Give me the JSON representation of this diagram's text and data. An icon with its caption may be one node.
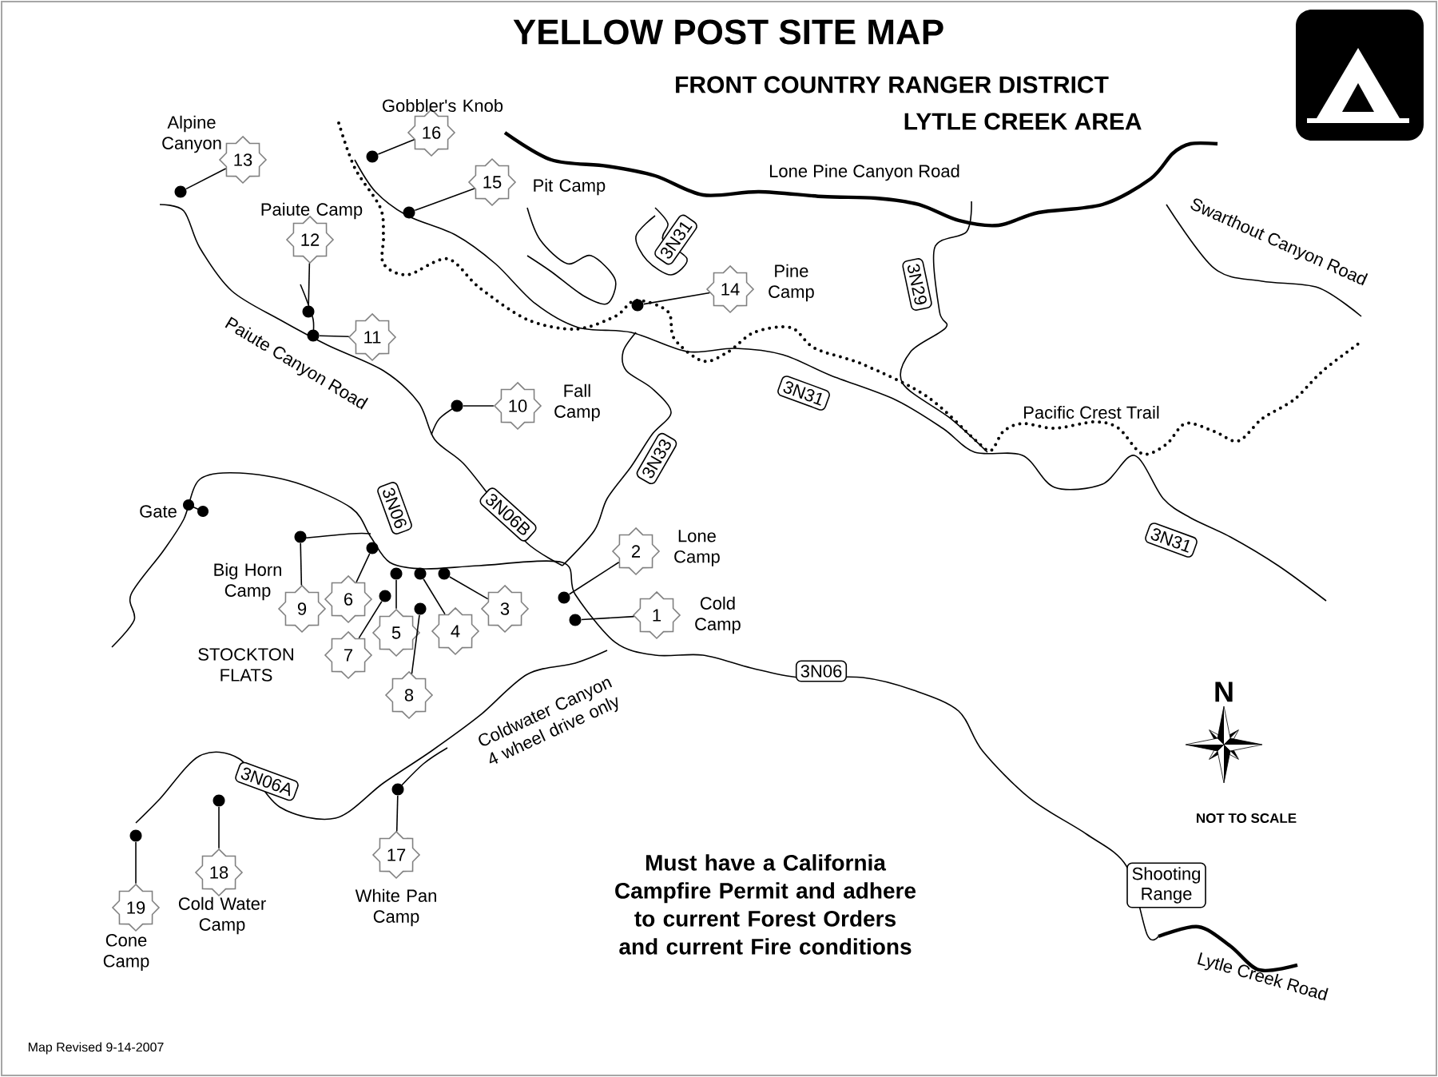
{
  "diagram": {
    "title": "YELLOW POST SITE MAP",
    "nodes": [
      {
        "text": [
          "1"
        ],
        "beside": [
          "Cold Camp"
        ]
      },
      {
        "text": [
          "2"
        ],
        "beside": [
          "Lone Camp"
        ]
      },
      {
        "text": [
          "3"
        ]
      },
      {
        "text": [
          "4"
        ]
      },
      {
        "text": [
          "5"
        ]
      },
      {
        "text": [
          "6"
        ]
      },
      {
        "text": [
          "7"
        ]
      },
      {
        "text": [
          "8"
        ]
      },
      {
        "text": [
          "9"
        ],
        "beside": [
          "Big Horn Camp"
        ]
      },
      {
        "text": [
          "10"
        ],
        "beside": [
          "Fall Camp"
        ]
      },
      {
        "text": [
          "11"
        ]
      },
      {
        "text": [
          "12"
        ],
        "beside": [
          "Paiute Camp"
        ]
      },
      {
        "text": [
          "13"
        ],
        "beside": [
          "Alpine Canyon"
        ]
      },
      {
        "text": [
          "14"
        ],
        "beside": [
          "Pine Camp"
        ]
      },
      {
        "text": [
          "15"
        ],
        "beside": [
          "Pit Camp"
        ]
      },
      {
        "text": [
          "16"
        ],
        "beside": [
          "Gobbler's Knob"
        ]
      },
      {
        "text": [
          "17"
        ],
        "beside": [
          "White Pan Camp"
        ]
      },
      {
        "text": [
          "18"
        ],
        "beside": [
          "Cold Water Camp"
        ]
      },
      {
        "text": [
          "19"
        ],
        "beside": [
          "Cone Camp"
        ]
      },
      {
        "text": [],
        "shape": "circle"
      },
      {
        "text": [],
        "shape": "circle"
      },
      {
        "text": [],
        "shape": "circle"
      },
      {
        "text": [],
        "shape": "circle"
      },
      {
        "text": [],
        "shape": "circle"
      },
      {
        "text": [],
        "shape": "circle"
      },
      {
        "text": [],
        "shape": "circle"
      },
      {
        "text": [],
        "shape": "circle"
      },
      {
        "text": [],
        "shape": "circle"
      },
      {
        "text": [],
        "shape": "circle"
      },
      {
        "text": [],
        "shape": "circle"
      },
      {
        "text": [],
        "shape": "circle"
      },
      {
        "text": [],
        "shape": "circle"
      },
      {
        "text": [],
        "shape": "circle"
      },
      {
        "text": [],
        "shape": "circle"
      },
      {
        "text": [],
        "shape": "circle"
      },
      {
        "text": [],
        "shape": "circle"
      },
      {
        "text": [],
        "shape": "circle"
      },
      {
        "text": [],
        "shape": "circle"
      },
      {
        "text": [
          "3N31"
        ]
      },
      {
        "text": [
          "3N29"
        ]
      },
      {
        "text": [
          "3N31"
        ]
      },
      {
        "text": [
          "3N33"
        ]
      },
      {
        "text": [
          "3N06"
        ]
      },
      {
        "text": [
          "3N06B"
        ]
      },
      {
        "text": [
          "3N31"
        ]
      },
      {
        "text": [
          "3N06"
        ]
      },
      {
        "text": [
          "3N06A"
        ]
      },
      {
        "text": [
          "Shooting Range"
        ]
      }
    ],
    "edges": [
      {
        "from": 19,
        "to": 0,
        "arrow": "none"
      },
      {
        "from": 20,
        "to": 1,
        "arrow": "none"
      },
      {
        "from": 21,
        "to": 2,
        "arrow": "none"
      },
      {
        "from": 22,
        "to": 3,
        "arrow": "none"
      },
      {
        "from": 23,
        "to": 4,
        "arrow": "none"
      },
      {
        "from": 24,
        "to": 5,
        "arrow": "none"
      },
      {
        "from": 25,
        "to": 6,
        "arrow": "none"
      },
      {
        "from": 26,
        "to": 7,
        "arrow": "none"
      },
      {
        "from": 27,
        "to": 8,
        "arrow": "none"
      },
      {
        "from": 28,
        "to": 9,
        "arrow": "none"
      },
      {
        "from": 29,
        "to": 10,
        "arrow": "none"
      },
      {
        "from": 30,
        "to": 11,
        "arrow": "none"
      },
      {
        "from": 31,
        "to": 12,
        "arrow": "none"
      },
      {
        "from": 32,
        "to": 13,
        "arrow": "none"
      },
      {
        "from": 33,
        "to": 14,
        "arrow": "none"
      },
      {
        "from": 34,
        "to": 15,
        "arrow": "none"
      },
      {
        "from": 35,
        "to": 16,
        "arrow": "none"
      },
      {
        "from": 36,
        "to": 17,
        "arrow": "none"
      },
      {
        "from": 37,
        "to": 18,
        "arrow": "none"
      }
    ],
    "labels": [
      "FRONT COUNTRY RANGER DISTRICT",
      "LYTLE CREEK AREA",
      "Lone Pine Canyon Road",
      "Swarthout Canyon Road",
      "Paiute Canyon Road",
      "Pacific Crest Trail",
      "Gate",
      "STOCKTON FLATS",
      "N",
      "Coldwater Canyon 4 wheel drive only",
      "NOT TO SCALE",
      "Must have a California Campfire Permit and adhere to current Forest Orders and current Fire conditions",
      "Lytle Creek Road",
      "Map Revised 9-14-2007"
    ]
  }
}
